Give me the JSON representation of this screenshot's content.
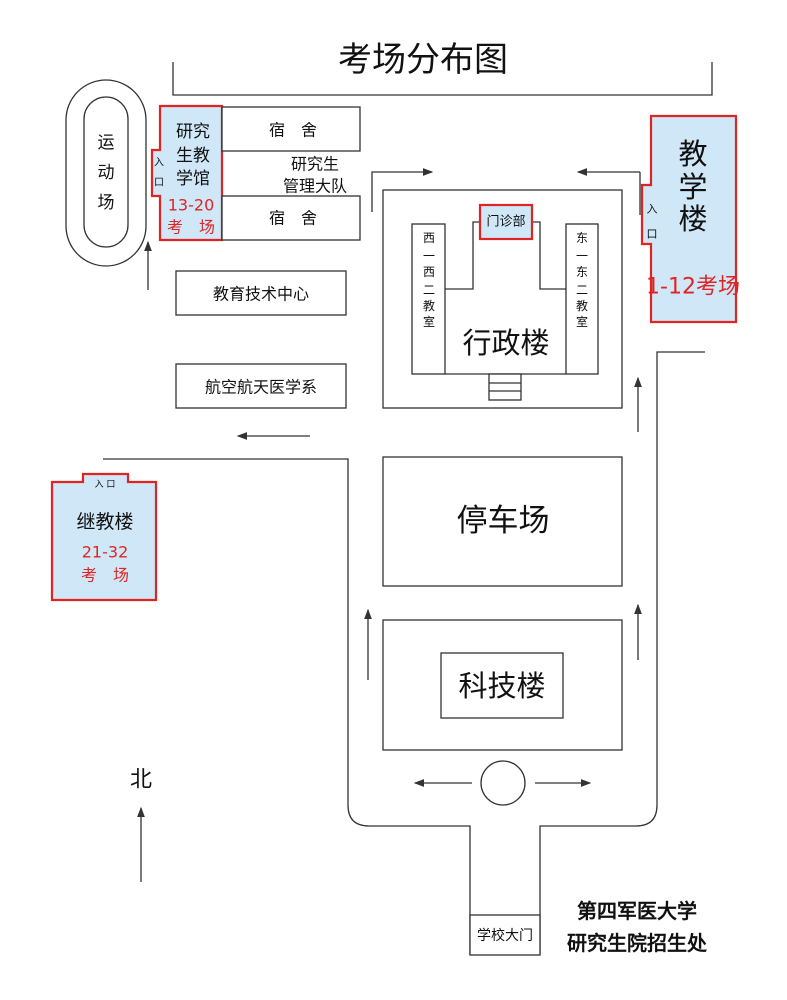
{
  "title": "考场分布图",
  "colors": {
    "exam_border": "#e02424",
    "exam_fill": "#cfe7f7",
    "line": "#333333"
  },
  "buildings": {
    "sports_field": [
      "运",
      "动",
      "场"
    ],
    "grad_teaching_hall": {
      "lines": [
        "研究",
        "生教",
        "学馆"
      ],
      "entrance": [
        "入",
        "口"
      ],
      "exam_range": "13-20",
      "exam_label": "考　场"
    },
    "dorm_1": "宿　舍",
    "dorm_2": "宿　舍",
    "grad_admin_team": [
      "研究生",
      "管理大队"
    ],
    "edu_tech_center": "教育技术中心",
    "aerospace_medicine": "航空航天医学系",
    "continuing_edu": {
      "name": "继教楼",
      "entrance": "入 口",
      "exam_range": "21-32",
      "exam_label": "考　场"
    },
    "clinic": "门诊部",
    "west_classroom": [
      "西",
      "一",
      "西",
      "二",
      "教",
      "室"
    ],
    "east_classroom": [
      "东",
      "一",
      "东",
      "二",
      "教",
      "室"
    ],
    "admin_building": "行政楼",
    "teaching_building": {
      "name": [
        "教",
        "学",
        "楼"
      ],
      "entrance": [
        "入",
        "口"
      ],
      "exam_label": "1-12考场"
    },
    "parking": "停车场",
    "science_building": "科技楼",
    "school_gate": "学校大门"
  },
  "compass": "北",
  "footer": {
    "line1": "第四军医大学",
    "line2": "研究生院招生处"
  }
}
